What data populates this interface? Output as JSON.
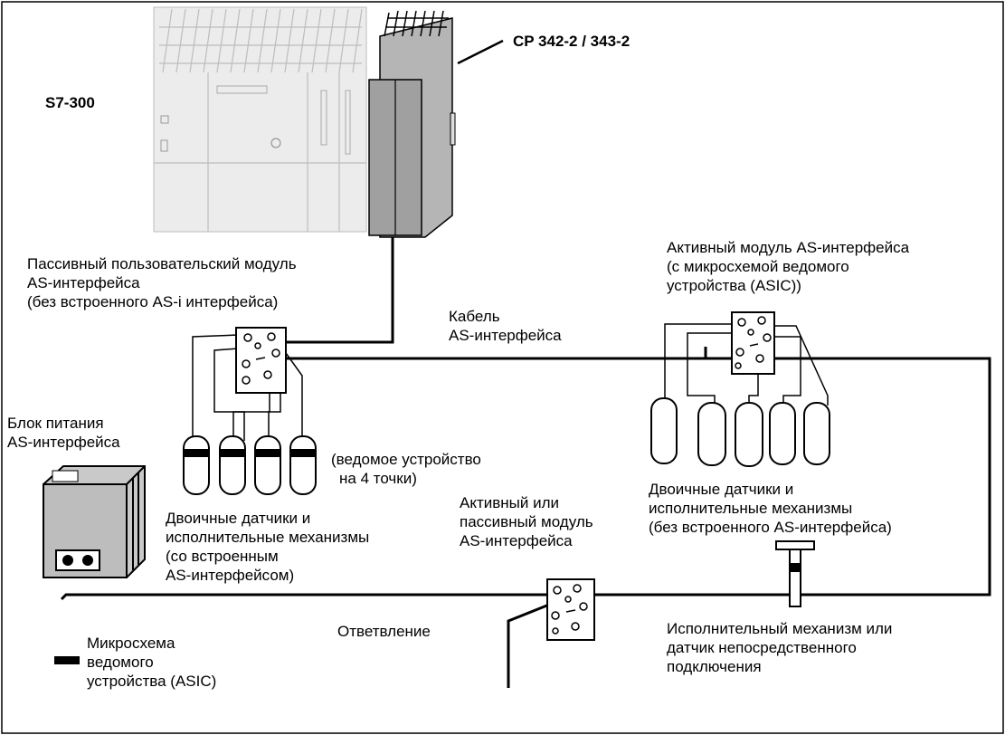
{
  "labels": {
    "s7": "S7-300",
    "cp": "CP 342-2 / 343-2",
    "passive_module": [
      "Пассивный пользовательский модуль",
      "AS-интерфейса",
      "(без встроенного AS-i интерфейса)"
    ],
    "active_module": [
      "Активный модуль AS-интерфейса",
      "(с микросхемой ведомого",
      "устройства (ASIC))"
    ],
    "cable": [
      "Кабель",
      "AS-интерфейса"
    ],
    "power": [
      "Блок питания",
      "AS-интерфейса"
    ],
    "slave4": [
      "(ведомое устройство",
      "на 4 точки)"
    ],
    "sensors_builtin": [
      "Двоичные датчики и",
      "исполнительные механизмы",
      "(со встроенным",
      "AS-интерфейсом)"
    ],
    "sensors_nobuiltin": [
      "Двоичные датчики и",
      "исполнительные механизмы",
      "(без встроенного AS-интерфейса)"
    ],
    "active_or_passive": [
      "Активный или",
      "пассивный модуль",
      "AS-интерфейса"
    ],
    "branch": "Ответвление",
    "direct": [
      "Исполнительный механизм или",
      "датчик непосредственного",
      "подключения"
    ],
    "asic_legend": [
      "Микросхема",
      "ведомого",
      "устройства (ASIC)"
    ]
  },
  "colors": {
    "cable": "#000000",
    "plc_light": "#e8e8e8",
    "plc_grey": "#a8a8a8",
    "asic_chip": "#000000"
  }
}
